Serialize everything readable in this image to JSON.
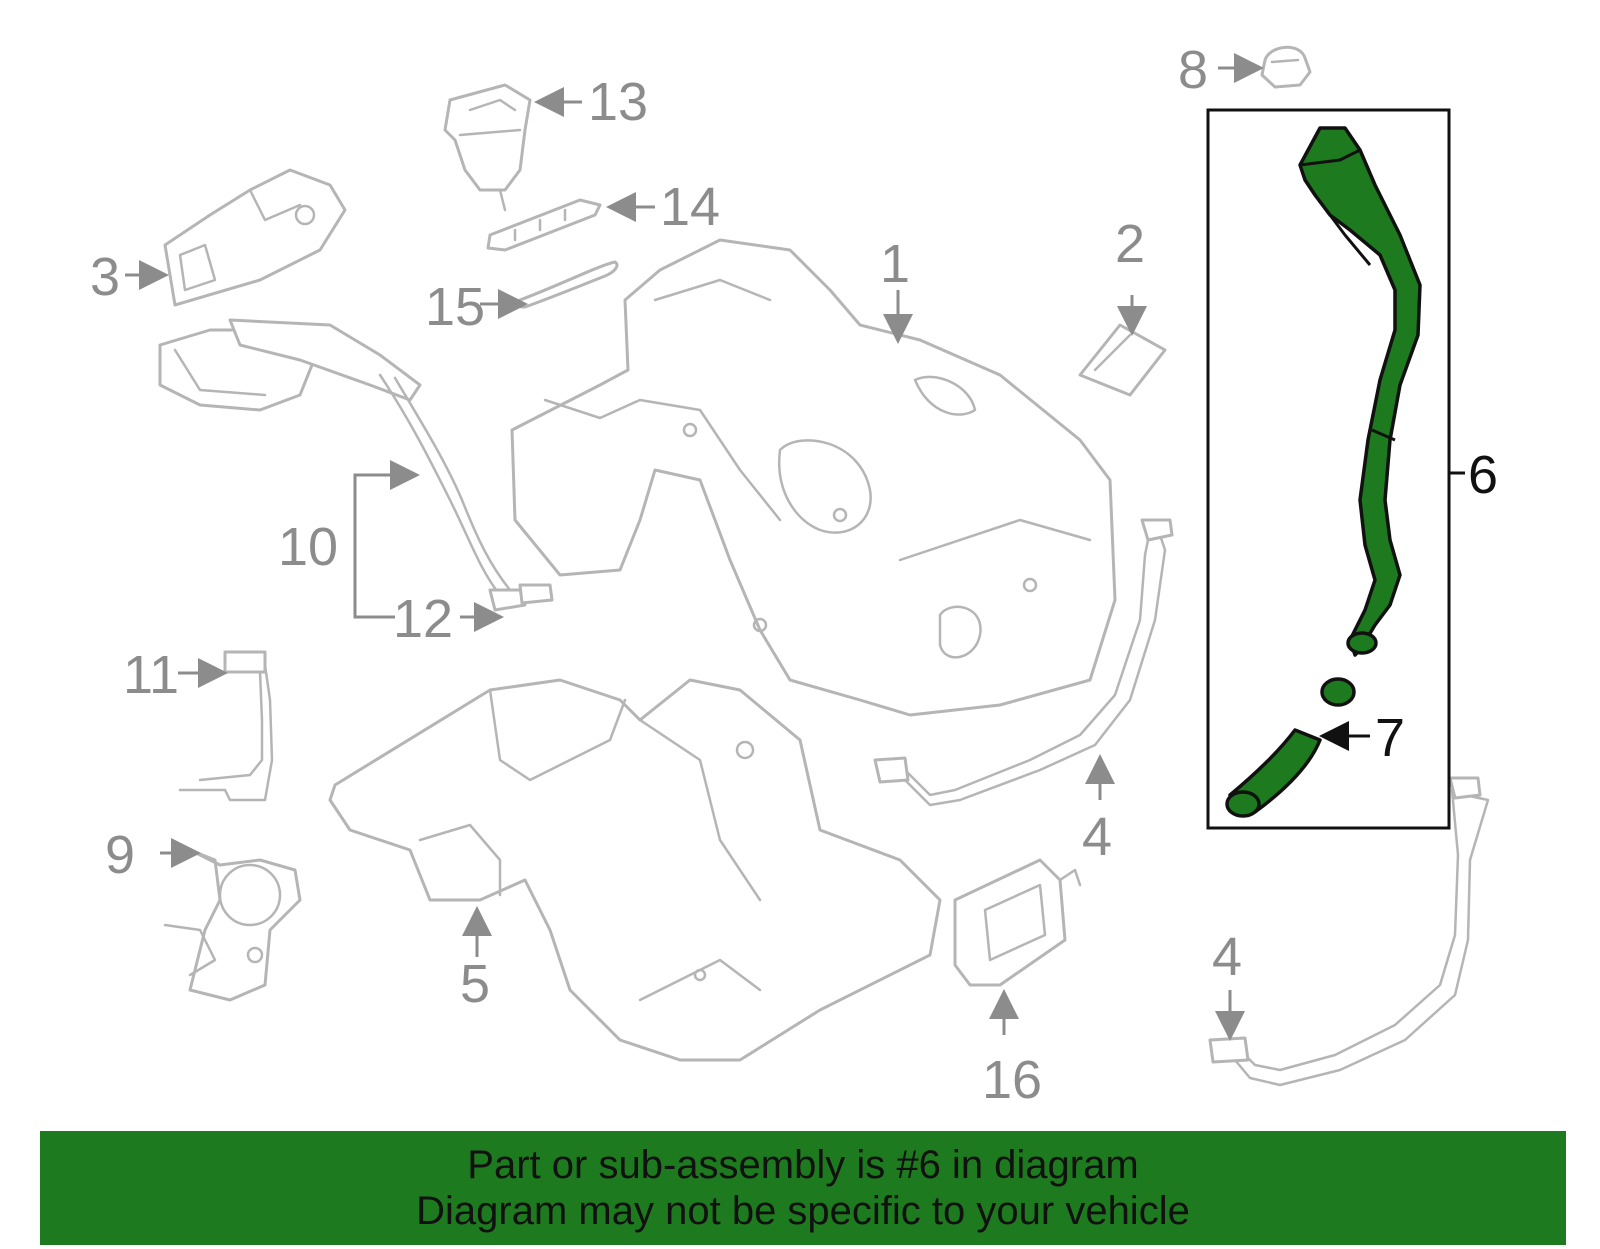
{
  "diagram": {
    "callouts": {
      "c1": "1",
      "c2": "2",
      "c3": "3",
      "c4a": "4",
      "c4b": "4",
      "c5": "5",
      "c6": "6",
      "c7": "7",
      "c8": "8",
      "c9": "9",
      "c10": "10",
      "c11": "11",
      "c12": "12",
      "c13": "13",
      "c14": "14",
      "c15": "15",
      "c16": "16"
    },
    "highlighted_part": "6",
    "colors": {
      "highlight_fill": "#1e7a1e",
      "part_outline": "#b5b5b5",
      "callout_grey": "#8c8c8c",
      "banner_background": "#1e7a1e"
    }
  },
  "banner": {
    "line1": "Part or sub-assembly is #6 in diagram",
    "line2": "Diagram may not be specific to your vehicle"
  }
}
